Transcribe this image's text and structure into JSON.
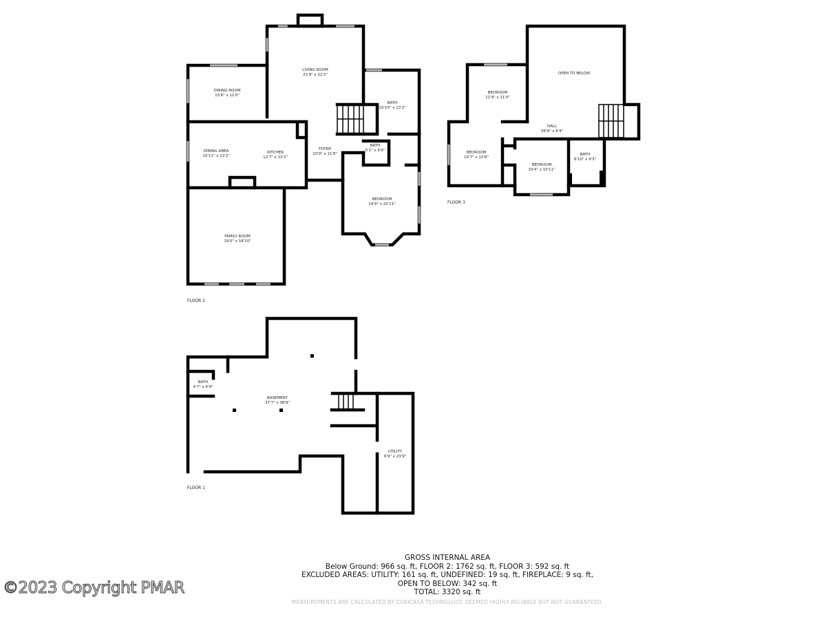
{
  "floor2": {
    "label": "FLOOR 2",
    "rooms": [
      {
        "name": "LIVING ROOM",
        "size": "21'9\" x 22'2\""
      },
      {
        "name": "DINING ROOM",
        "size": "15'6\" x 11'0\""
      },
      {
        "name": "BATH",
        "size": "10'10\" x 13'2\""
      },
      {
        "name": "DINING AREA",
        "size": "10'11\" x 13'2\""
      },
      {
        "name": "KITCHEN",
        "size": "12'7\" x 13'2\""
      },
      {
        "name": "FOYER",
        "size": "10'9\" x 11'8\""
      },
      {
        "name": "BATH",
        "size": "5'1\" x 5'6\""
      },
      {
        "name": "BEDROOM",
        "size": "14'9\" x 20'11\""
      },
      {
        "name": "FAMILY ROOM",
        "size": "19'0\" x 18'10\""
      }
    ]
  },
  "floor3": {
    "label": "FLOOR 3",
    "rooms": [
      {
        "name": "OPEN TO BELOW",
        "size": ""
      },
      {
        "name": "BEDROOM",
        "size": "11'9\" x 11'0\""
      },
      {
        "name": "HALL",
        "size": "26'9\" x 6'4\""
      },
      {
        "name": "BEDROOM",
        "size": "10'7\" x 12'6\""
      },
      {
        "name": "BEDROOM",
        "size": "10'4\" x 10'11\""
      },
      {
        "name": "BATH",
        "size": "6'10\" x 9'3\""
      }
    ]
  },
  "floor1": {
    "label": "FLOOR 1",
    "rooms": [
      {
        "name": "BATH",
        "size": "4'7\" x 4'9\""
      },
      {
        "name": "BASEMENT",
        "size": "37'7\" x 38'9\""
      },
      {
        "name": "UTILITY",
        "size": "6'9\" x 23'9\""
      }
    ]
  },
  "summary": {
    "title": "GROSS INTERNAL AREA",
    "line1": "Below Ground: 966 sq. ft, FLOOR 2: 1762 sq. ft, FLOOR 3: 592 sq. ft",
    "line2": "EXCLUDED AREAS: UTILITY: 161 sq. ft, UNDEFINED: 19 sq. ft, FIREPLACE: 9 sq. ft,",
    "line3": "OPEN TO BELOW: 342 sq. ft",
    "total": "TOTAL: 3320 sq. ft",
    "disclaimer": "MEASUREMENTS ARE CALCULATED BY CUBICASA TECHNOLOGY. DEEMED HIGHLY RELIABLE BUT NOT GUARANTEED."
  },
  "watermark": "©2023 Copyright PMAR"
}
